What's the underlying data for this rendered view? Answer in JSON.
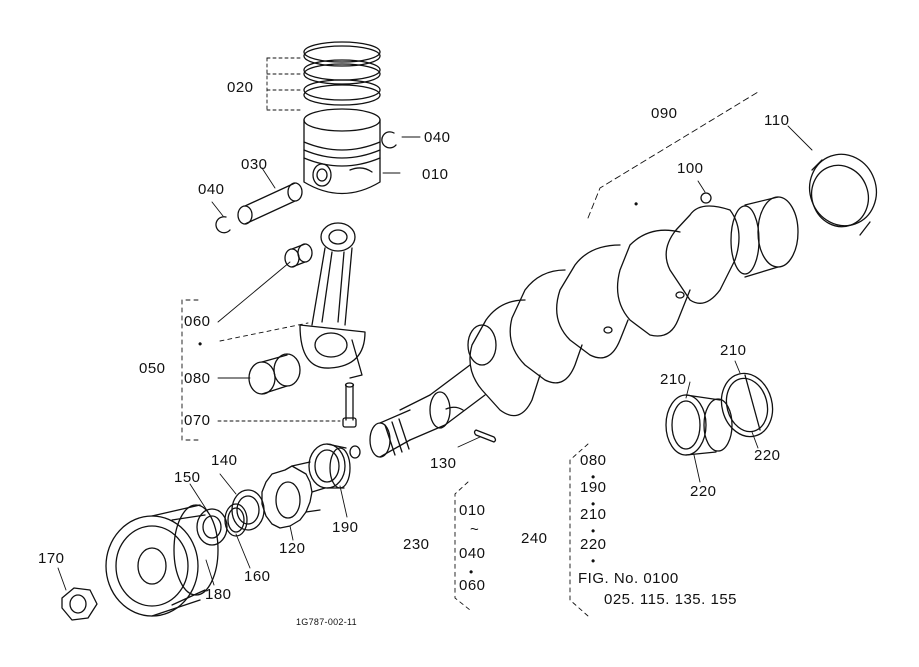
{
  "diagram": {
    "parts": {
      "p010": "010",
      "p020": "020",
      "p030": "030",
      "p040a": "040",
      "p040b": "040",
      "p050": "050",
      "p060": "060",
      "p070": "070",
      "p080": "080",
      "p090": "090",
      "p100": "100",
      "p110": "110",
      "p120": "120",
      "p130": "130",
      "p140": "140",
      "p150": "150",
      "p160": "160",
      "p170": "170",
      "p180": "180",
      "p190": "190",
      "p210a": "210",
      "p210b": "210",
      "p220a": "220",
      "p220b": "220",
      "p230": "230",
      "p240": "240"
    },
    "group230": {
      "first": "010",
      "range_mark": "~",
      "second": "040",
      "dot": "•",
      "third": "060"
    },
    "group240": {
      "items": [
        "080",
        "190",
        "210",
        "220"
      ],
      "dot": "•",
      "fig_ref": "FIG. No. 0100",
      "fig_list": "025. 115. 135. 155"
    },
    "group050_dot": "•",
    "group090_dot": "•",
    "drawing_code": "1G787-002-11"
  }
}
